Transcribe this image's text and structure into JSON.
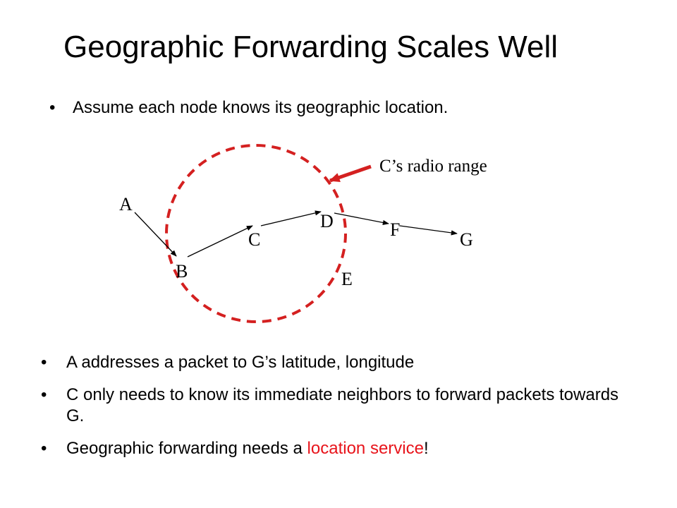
{
  "title": "Geographic Forwarding Scales Well",
  "bullet_glyph": "•",
  "top_bullets": [
    {
      "text": "Assume each node knows its geographic location."
    }
  ],
  "diagram": {
    "range_label": "C’s radio range",
    "nodes": [
      "A",
      "B",
      "C",
      "D",
      "E",
      "F",
      "G"
    ],
    "route": [
      "A",
      "B",
      "C",
      "D",
      "F",
      "G"
    ],
    "range_node": "C",
    "range_color": "#d42020"
  },
  "bottom_bullets": [
    {
      "text": "A addresses a packet to G’s latitude, longitude",
      "highlight": ""
    },
    {
      "text": "C only needs to know its immediate neighbors to forward packets towards G.",
      "highlight": ""
    },
    {
      "text": "Geographic forwarding needs a ",
      "highlight": "location service",
      "suffix": "!"
    }
  ],
  "colors": {
    "text": "#000000",
    "highlight": "#e8141b",
    "range": "#d42020"
  }
}
